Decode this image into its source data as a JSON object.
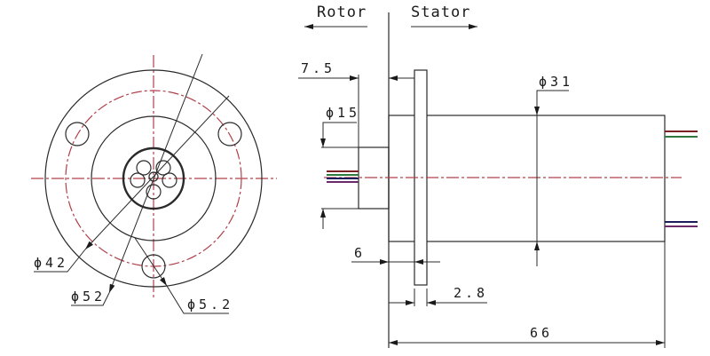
{
  "drawing": {
    "title": "Slip ring dimension drawing",
    "views": [
      "front view (end)",
      "side view"
    ],
    "colors": {
      "line": "#2a2a2a",
      "centerline": "#b0404a",
      "wire_red": "#7a1f24",
      "wire_green": "#2e7a3c",
      "wire_blue": "#1d1d5e",
      "wire_purple": "#6a2a6a"
    },
    "labels": {
      "rotor": "Rotor",
      "stator": "Stator"
    },
    "dimensions": {
      "d42": "ϕ42",
      "d52": "ϕ52",
      "d5_2": "ϕ5.2",
      "d15": "ϕ15",
      "d31": "ϕ31",
      "len7_5": "7.5",
      "len6": "6",
      "len2_8": "2.8",
      "len66": "66"
    },
    "rotor_wires": 4,
    "stator_wires": 4
  }
}
